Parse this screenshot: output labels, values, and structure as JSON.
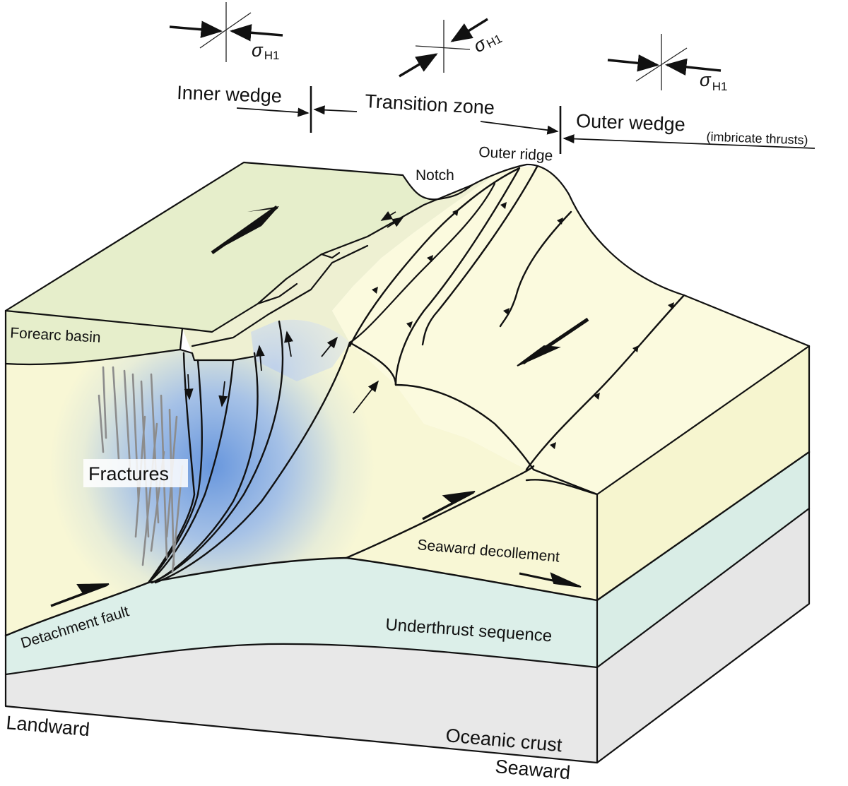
{
  "labels": {
    "inner_wedge": "Inner wedge",
    "transition_zone": "Transition zone",
    "outer_wedge": "Outer wedge",
    "outer_wedge_note": "(imbricate thrusts)",
    "outer_ridge": "Outer ridge",
    "notch": "Notch",
    "forearc_basin": "Forearc basin",
    "fractures": "Fractures",
    "seaward_decollement": "Seaward decollement",
    "detachment_fault": "Detachment fault",
    "underthrust_sequence": "Underthrust sequence",
    "oceanic_crust": "Oceanic crust",
    "landward": "Landward",
    "seaward": "Seaward"
  },
  "stress": {
    "symbol": "σ",
    "subscript": "H1"
  },
  "colors": {
    "forearc_basin": "#e6eecb",
    "wedge_surface": "#fbfade",
    "wedge_front": "#f8f7d5",
    "fracture_zone": "#5b8ede",
    "underthrust_sequence": "#dcefe9",
    "oceanic_crust": "#e8e8e8",
    "outline": "#111111",
    "fractures": "#8c8c8c"
  }
}
